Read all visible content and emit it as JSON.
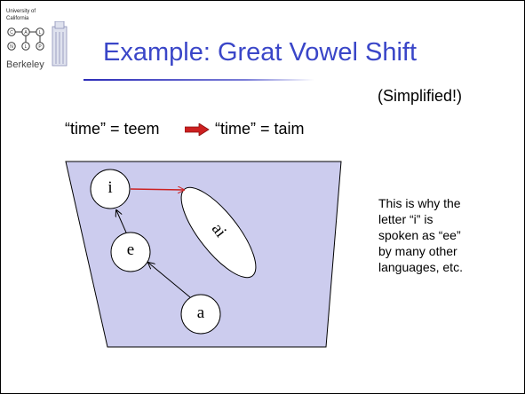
{
  "logo": {
    "university_line": "University of",
    "state_line": "California",
    "campus": "Berkeley"
  },
  "slide": {
    "title": "Example: Great Vowel Shift",
    "subtitle": "(Simplified!)",
    "equation": {
      "left": "“time” = teem",
      "right": "“time” = taim"
    },
    "diagram": {
      "nodes": {
        "i": "i",
        "e": "e",
        "a": "a",
        "ai": "ai"
      }
    },
    "explanation_lines": [
      "This is why the",
      "letter “i” is",
      "spoken as “ee”",
      "by many other",
      "languages, etc."
    ]
  },
  "colors": {
    "title": "#3a46c8",
    "vowel_space_fill": "#ccccee",
    "shift_arrow": "#cc2222",
    "equation_arrow": "#cc2020"
  }
}
